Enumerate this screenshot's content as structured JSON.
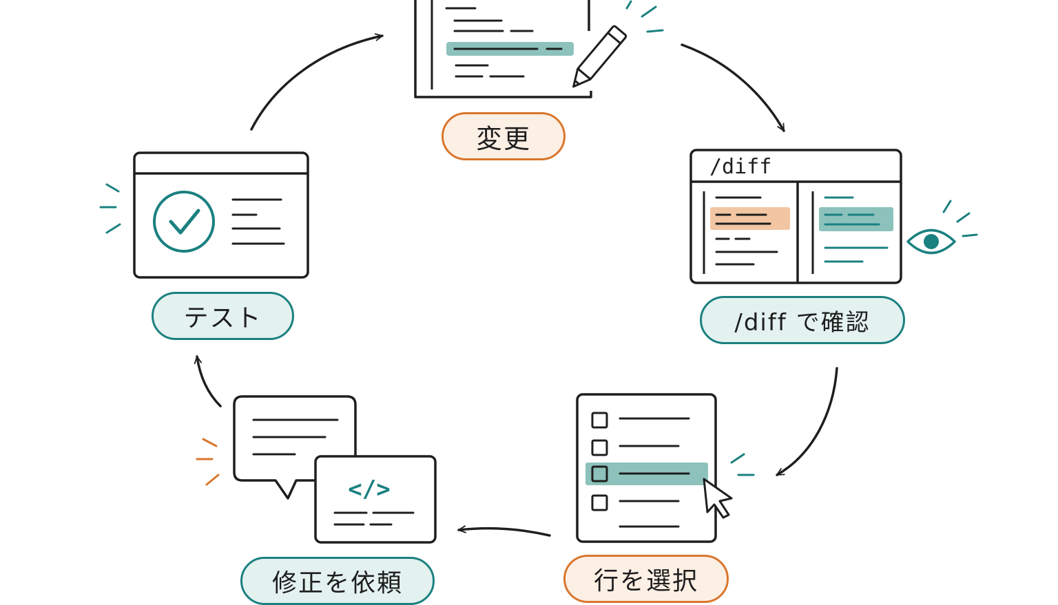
{
  "colors": {
    "ink": "#1e1e1e",
    "teal": "#1b8080",
    "teal_fill": "#8cc2bb",
    "teal_light": "#e3f1ef",
    "orange": "#d9762c",
    "orange_fill": "#f2c6a3",
    "orange_light": "#fcefe4"
  },
  "steps": [
    {
      "label": "変更",
      "icon": "document-edit-icon"
    },
    {
      "label": "/diff で確認",
      "icon": "diff-window-icon"
    },
    {
      "label": "行を選択",
      "icon": "line-select-icon"
    },
    {
      "label": "修正を依頼",
      "icon": "chat-code-icon"
    },
    {
      "label": "テスト",
      "icon": "test-check-icon"
    }
  ],
  "diff_window": {
    "title": "/diff"
  },
  "code_panel": {
    "glyph": "</>"
  }
}
